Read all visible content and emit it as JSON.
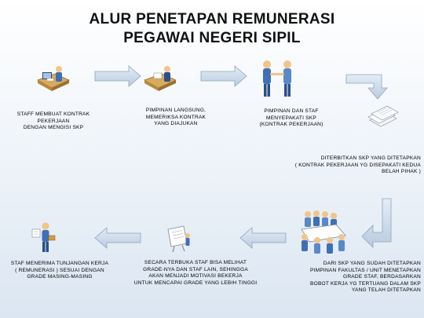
{
  "title": {
    "line1": "ALUR PENETAPAN REMUNERASI",
    "line2": "PEGAWAI NEGERI SIPIL"
  },
  "steps": [
    {
      "label": "STAFF MEMBUAT KONTRAK\nPEKERJAAN\nDENGAN MENGISI SKP",
      "icon": "person-at-desk-icon"
    },
    {
      "label": "PIMPINAN LANGSUNG,\nMEMERIKSA KONTRAK\nYANG DIAJUKAN",
      "icon": "person-at-desk-icon"
    },
    {
      "label": "PIMPINAN DAN STAF\nMENYEPAKATI SKP\n(KONTRAK PEKERJAAN)",
      "icon": "handshake-icon"
    },
    {
      "label": "DITERBITKAN SKP YANG DITETAPKAN\n( KONTRAK PEKERJAAN YG DISEPAKATI KEDUA\nBELAH PIHAK )",
      "icon": "documents-icon"
    },
    {
      "label": "DARI SKP YANG SUDAH DITETAPKAN\nPIMPINAN FAKULTAS / UNIT  MENETAPKAN\nGRADE STAF, BERDASARKAN\nBOBOT KERJA YG TERTUANG DALAM SKP\nYANG TELAH DITETAPKAN",
      "icon": "meeting-icon"
    },
    {
      "label": "SECARA TERBUKA STAF BISA MELIHAT\nGRADE-NYA DAN STAF LAIN, SEHINGGA\nAKAN MENJADI MOTIVASI BEKERJA\nUNTUK MENCAPAI GRADE YANG LEBIH TINGGI",
      "icon": "presentation-board-icon"
    },
    {
      "label": "STAF MENERIMA TUNJANGAN KERJA\n( REMUNERASI ) SESUAI DENGAN\nGRADE MASING-MASING",
      "icon": "person-with-money-icon"
    }
  ],
  "colors": {
    "arrow_fill": "#cfdcea",
    "arrow_stroke": "#8ea4bd",
    "person_blue": "#3f6fb5",
    "skin": "#f1c48b",
    "desk": "#c79a52"
  }
}
